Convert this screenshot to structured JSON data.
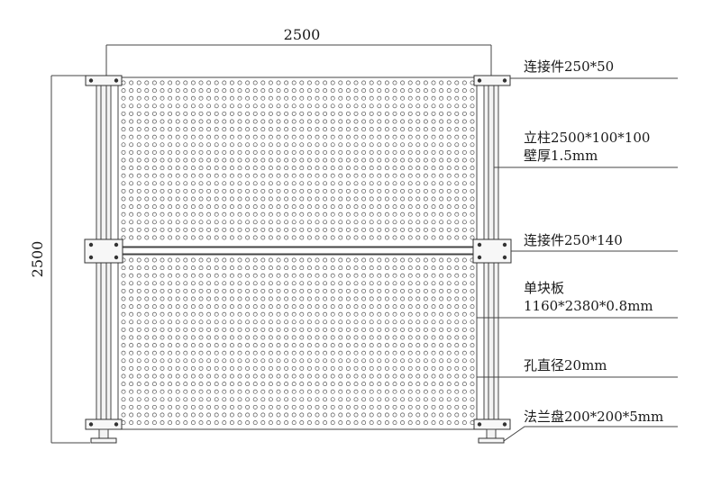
{
  "dimensions": {
    "width_label": "2500",
    "height_label": "2500"
  },
  "labels": {
    "connector_top": "连接件250*50",
    "post_line1": "立柱2500*100*100",
    "post_line2": "壁厚1.5mm",
    "connector_mid": "连接件250*140",
    "panel_line1": "单块板",
    "panel_line2": "1160*2380*0.8mm",
    "hole": "孔直径20mm",
    "flange": "法兰盘200*200*5mm"
  },
  "colors": {
    "line": "#444444",
    "text": "#1a1a1a",
    "hole": "#555555"
  }
}
